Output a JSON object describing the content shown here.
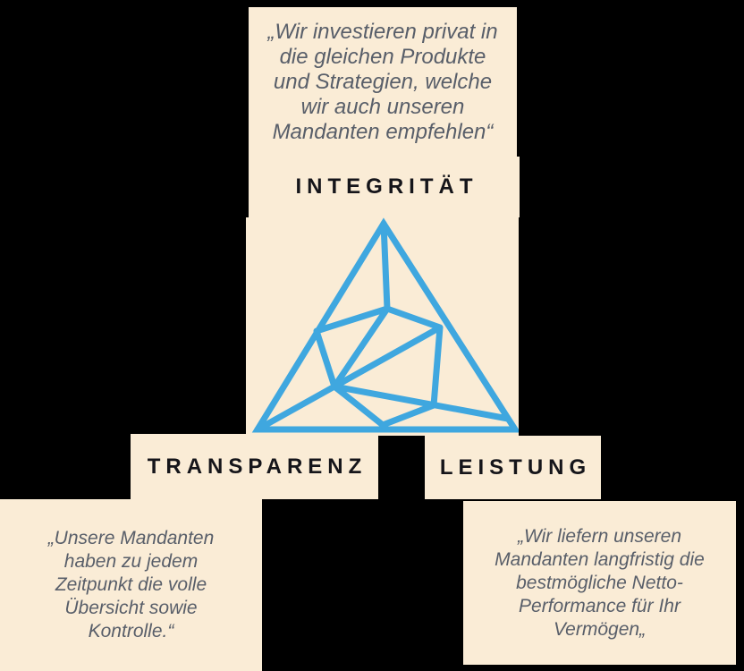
{
  "colors": {
    "background": "#000000",
    "panel": "#FAECD6",
    "accent_blue": "#3FA7DF",
    "heading_text": "#15151A",
    "quote_text": "#585E69"
  },
  "values_diagram": {
    "integrity": {
      "label": "INTEGRITÄT",
      "quote_lines": [
        "„Wir investieren privat in",
        "die gleichen Produkte",
        "und Strategien, welche",
        "wir auch unseren",
        "Mandanten empfehlen“"
      ]
    },
    "transparency": {
      "label": "TRANSPARENZ",
      "quote_lines": [
        "„Unsere Mandanten",
        "haben zu jedem",
        "Zeitpunkt die volle",
        "Übersicht sowie",
        "Kontrolle.“"
      ]
    },
    "performance": {
      "label": "LEISTUNG",
      "quote_lines": [
        "„Wir liefern unseren",
        "Mandanten langfristig die",
        "bestmögliche Netto-",
        "Performance für Ihr",
        "Vermögen„"
      ]
    }
  },
  "logo": {
    "description": "low-poly-triangle-logo",
    "color": "#3FA7DF"
  }
}
